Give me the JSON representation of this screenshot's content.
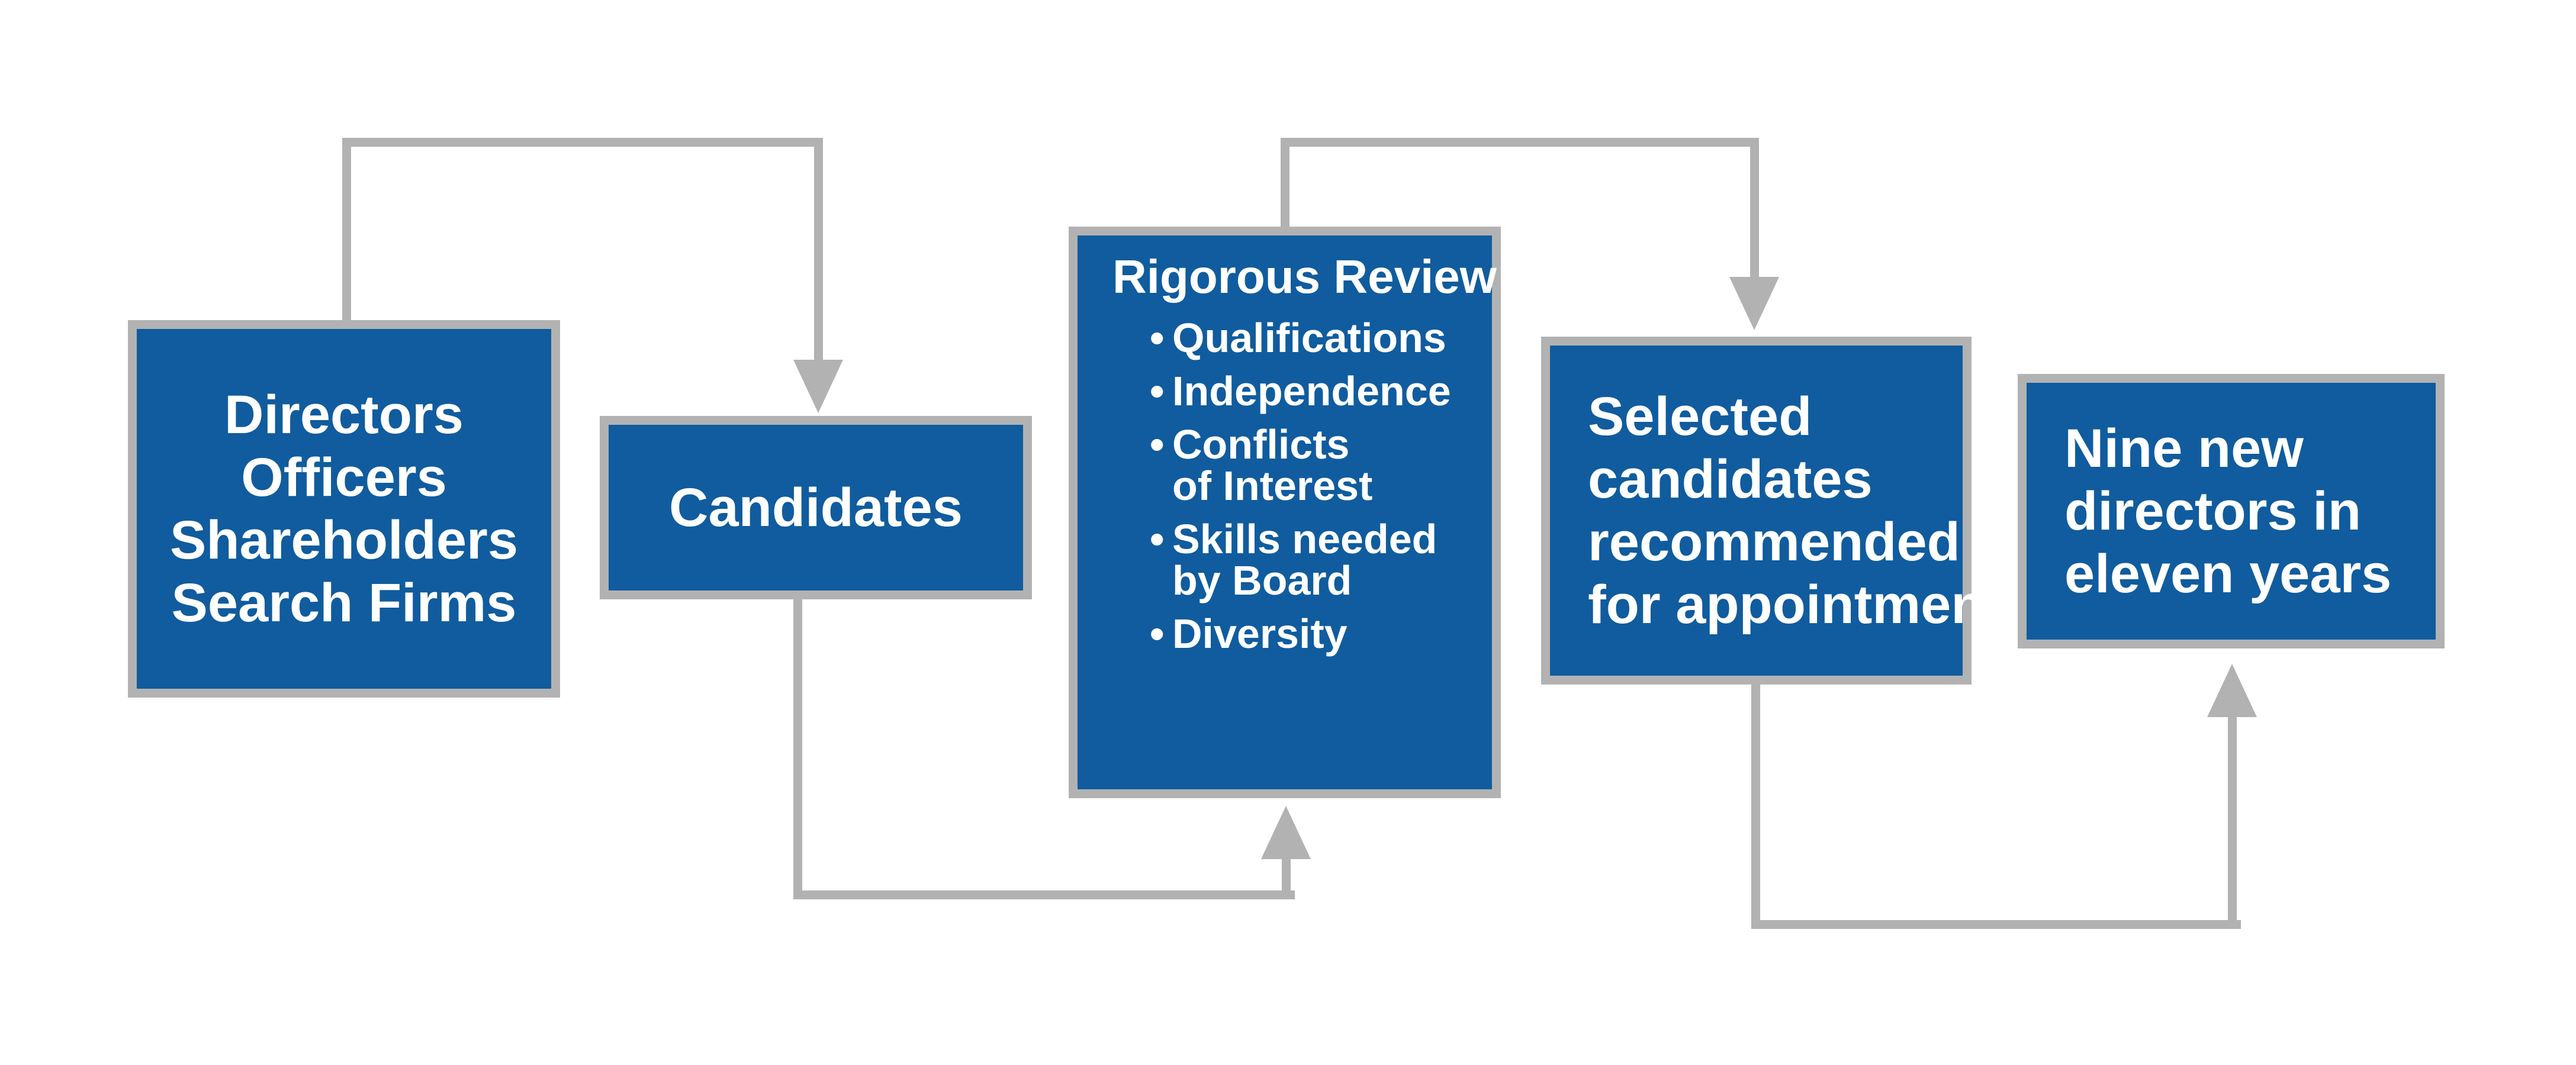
{
  "colors": {
    "background": "#ffffff",
    "box_fill": "#105c9e",
    "box_border": "#b2b2b2",
    "connector": "#b2b2b2",
    "text": "#ffffff"
  },
  "bullet_char": "•",
  "boxes": {
    "sources": {
      "lines": [
        "Directors",
        "Officers",
        "Shareholders",
        "Search Firms"
      ]
    },
    "candidates": {
      "lines": [
        "Candidates"
      ]
    },
    "review": {
      "title": "Rigorous Review",
      "bullets": [
        {
          "lines": [
            "Qualifications"
          ]
        },
        {
          "lines": [
            "Independence"
          ]
        },
        {
          "lines": [
            "Conflicts",
            "of Interest"
          ]
        },
        {
          "lines": [
            "Skills needed",
            "by Board"
          ]
        },
        {
          "lines": [
            "Diversity"
          ]
        }
      ]
    },
    "selected": {
      "lines": [
        "Selected",
        "candidates",
        "recommended",
        "for appointment"
      ]
    },
    "result": {
      "lines": [
        "Nine new",
        "directors in",
        "eleven years"
      ]
    }
  }
}
